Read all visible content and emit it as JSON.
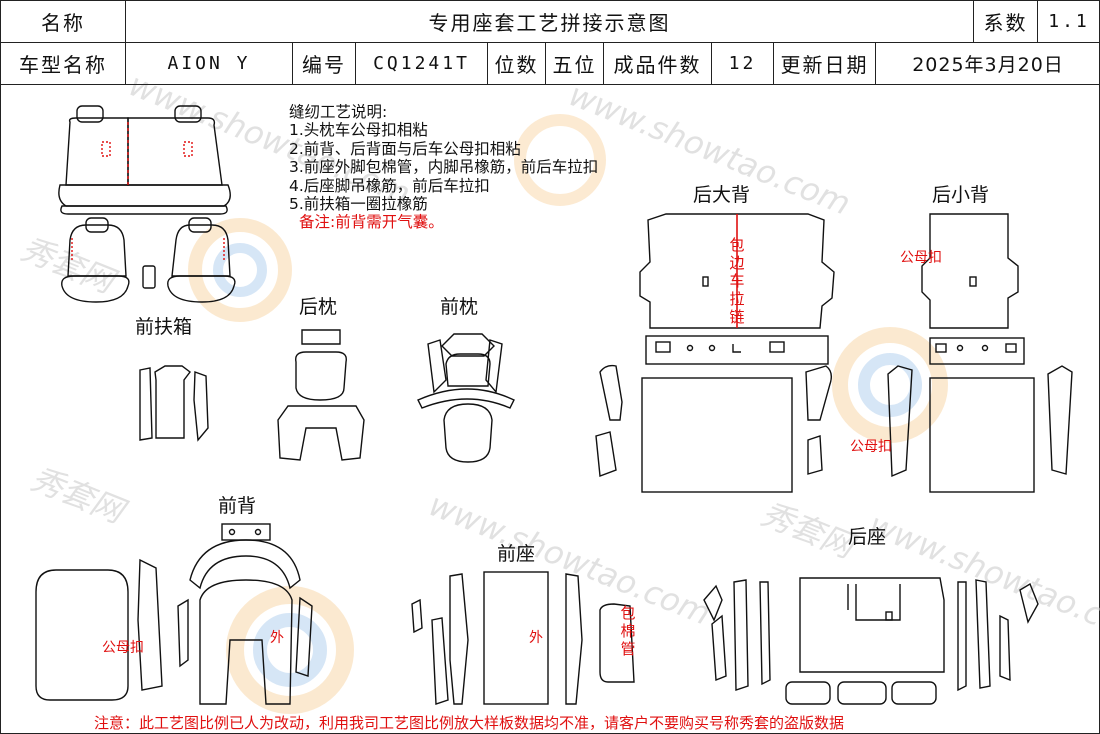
{
  "header": {
    "name_label": "名称",
    "title": "专用座套工艺拼接示意图",
    "coef_label": "系数",
    "coef_value": "1.1",
    "model_label": "车型名称",
    "model_value": "AION Y",
    "code_label": "编号",
    "code_value": "CQ1241T",
    "seats_label": "位数",
    "seats_value": "五位",
    "pieces_label": "成品件数",
    "pieces_value": "12",
    "date_label": "更新日期",
    "date_value": "2025年3月20日"
  },
  "notes": {
    "heading": "缝纫工艺说明:",
    "items": [
      "1.头枕车公母扣相粘",
      "2.前背、后背面与后车公母扣相粘",
      "3.前座外脚包棉管，内脚吊橡筋，前后车拉扣",
      "4.后座脚吊橡筋，前后车拉扣",
      "5.前扶箱一圈拉橡筋"
    ],
    "remark": "备注:前背需开气囊。"
  },
  "sections": {
    "front_armrest": "前扶箱",
    "rear_headrest": "后枕",
    "front_headrest": "前枕",
    "rear_big_back": "后大背",
    "rear_small_back": "后小背",
    "front_back": "前背",
    "front_seat": "前座",
    "rear_seat": "后座"
  },
  "annotations": {
    "snap_rear_small_top": "公母扣",
    "snap_rear_small_side": "公母扣",
    "snap_front_back": "公母扣",
    "outer_front_back": "外",
    "outer_front_seat": "外",
    "zipper_vertical": "包边车拉链",
    "cotton_tube_vertical": "包棉管"
  },
  "watermark": {
    "brand": "秀套网",
    "url": "www.showtao.com"
  },
  "footer": "注意：此工艺图比例已人为改动，利用我司工艺图比例放大样板数据均不准，请客户不要购买号称秀套的盗版数据",
  "colors": {
    "annotation_red": "#e01010",
    "line": "#111111",
    "watermark_orange": "#f0a030",
    "watermark_blue": "#4a90d9"
  }
}
